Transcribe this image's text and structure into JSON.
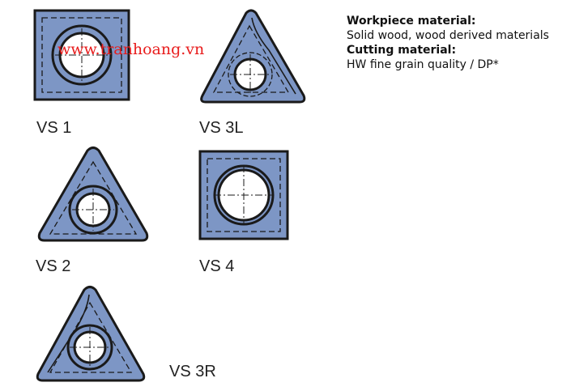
{
  "colors": {
    "insert_fill": "#7d96c5",
    "outline": "#1a1a1a",
    "hole": "#ffffff",
    "watermark": "#e81c1c"
  },
  "watermark": "www.tranhoang.vn",
  "info": {
    "workpiece_heading": "Workpiece material:",
    "workpiece_value": "Solid wood, wood derived materials",
    "cutting_heading": "Cutting material:",
    "cutting_value": "HW fine grain quality / DP*"
  },
  "inserts": [
    {
      "label": "VS 1",
      "shape": "square"
    },
    {
      "label": "VS 3L",
      "shape": "triangle-left"
    },
    {
      "label": "VS 2",
      "shape": "triangle"
    },
    {
      "label": "VS 4",
      "shape": "square"
    },
    {
      "label": "VS 3R",
      "shape": "triangle"
    }
  ]
}
